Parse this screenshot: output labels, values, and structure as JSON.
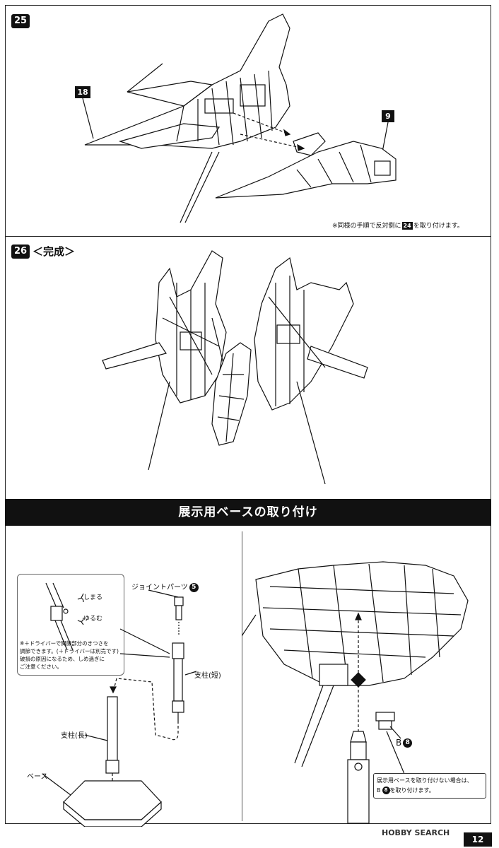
{
  "step25": {
    "number": "25",
    "part_a": "18",
    "part_b": "9",
    "note_prefix": "※同様の手順で反対側に",
    "note_num": "24",
    "note_suffix": "を取り付けます。"
  },
  "step26": {
    "number": "26",
    "title": "＜完成＞"
  },
  "banner": "展示用ベースの取り付け",
  "left_panel": {
    "inset_tighten": "しまる",
    "inset_loosen": "ゆるむ",
    "inset_note_lines": [
      "※＋ドライバーで関節部分のきつさを",
      "調節できます。(＋ドライバーは別売です)",
      "破損の原因になるため、しめ過ぎに",
      "ご注意ください。"
    ],
    "joint_parts": "ジョイントパーツ",
    "joint_num": "5",
    "pillar_short": "支柱(短)",
    "pillar_long": "支柱(長)",
    "base": "ベース"
  },
  "right_panel": {
    "part_letter": "B",
    "part_num": "8",
    "note_line1": "展示用ベースを取り付けない場合は、",
    "note_line2_prefix": "B",
    "note_line2_num": "8",
    "note_line2_suffix": "を取り付けます。"
  },
  "watermark": "HOBBY SEARCH",
  "page_number": "12"
}
